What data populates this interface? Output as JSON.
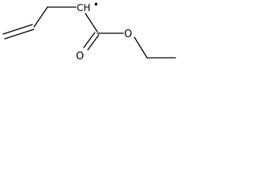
{
  "molecule": {
    "atoms": {
      "radical_carbon": {
        "label": "CH"
      },
      "carbonyl_oxygen": {
        "label": "O"
      },
      "ester_oxygen": {
        "label": "O"
      }
    },
    "radical": "•"
  }
}
